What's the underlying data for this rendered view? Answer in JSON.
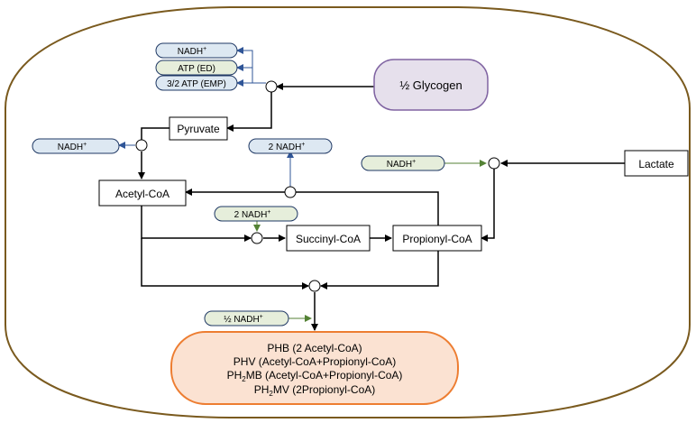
{
  "colors": {
    "cell_border": "#7a5a1e",
    "blue_line": "#2f5597",
    "green_line": "#548235",
    "nadh_fill": "#dde8f2",
    "atp_fill": "#e6eedb",
    "glycogen_fill": "#e6e0ec",
    "glycogen_border": "#8064a2",
    "product_fill": "#fbe2d2",
    "product_border": "#ed7d31"
  },
  "icons": [
    "junction-circle",
    "arrowhead"
  ],
  "nodes": {
    "glycogen": "½ Glycogen",
    "pyruvate": "Pyruvate",
    "acetyl_coa": "Acetyl-CoA",
    "succinyl_coa": "Succinyl-CoA",
    "propionyl_coa": "Propionyl-CoA",
    "lactate": "Lactate"
  },
  "cofactors": {
    "glyc_nadh": "NADH",
    "glyc_atp_ed": "ATP (ED)",
    "glyc_atp_emp": "3/2 ATP (EMP)",
    "pyr_nadh": "NADH",
    "acetyl_2nadh": "2 NADH",
    "lactate_nadh": "NADH",
    "succinyl_2nadh": "2 NADH",
    "phb_half_nadh": "½ NADH",
    "plus": "+"
  },
  "products": {
    "phb": "PHB (2 Acetyl-CoA)",
    "phv": "PHV (Acetyl-CoA+Propionyl-CoA)",
    "ph2mb_pre": "PH",
    "ph2mb_sub": "2",
    "ph2mb_post": "MB (Acetyl-CoA+Propionyl-CoA)",
    "ph2mv_pre": "PH",
    "ph2mv_sub": "2",
    "ph2mv_post": "MV (2Propionyl-CoA)"
  }
}
